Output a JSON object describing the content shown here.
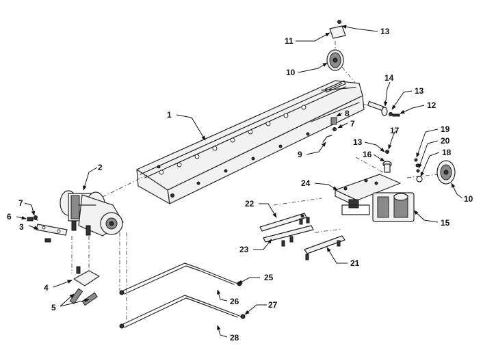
{
  "callouts": {
    "c1": "1",
    "c2": "2",
    "c3": "3",
    "c4": "4",
    "c5": "5",
    "c6": "6",
    "c7a": "7",
    "c7b": "7",
    "c8": "8",
    "c9": "9",
    "c10a": "10",
    "c10b": "10",
    "c11": "11",
    "c12": "12",
    "c13a": "13",
    "c13b": "13",
    "c13c": "13",
    "c14": "14",
    "c15": "15",
    "c16": "16",
    "c17": "17",
    "c18": "18",
    "c19": "19",
    "c20": "20",
    "c21": "21",
    "c22": "22",
    "c23": "23",
    "c24": "24",
    "c25": "25",
    "c26": "26",
    "c27": "27",
    "c28": "28"
  }
}
